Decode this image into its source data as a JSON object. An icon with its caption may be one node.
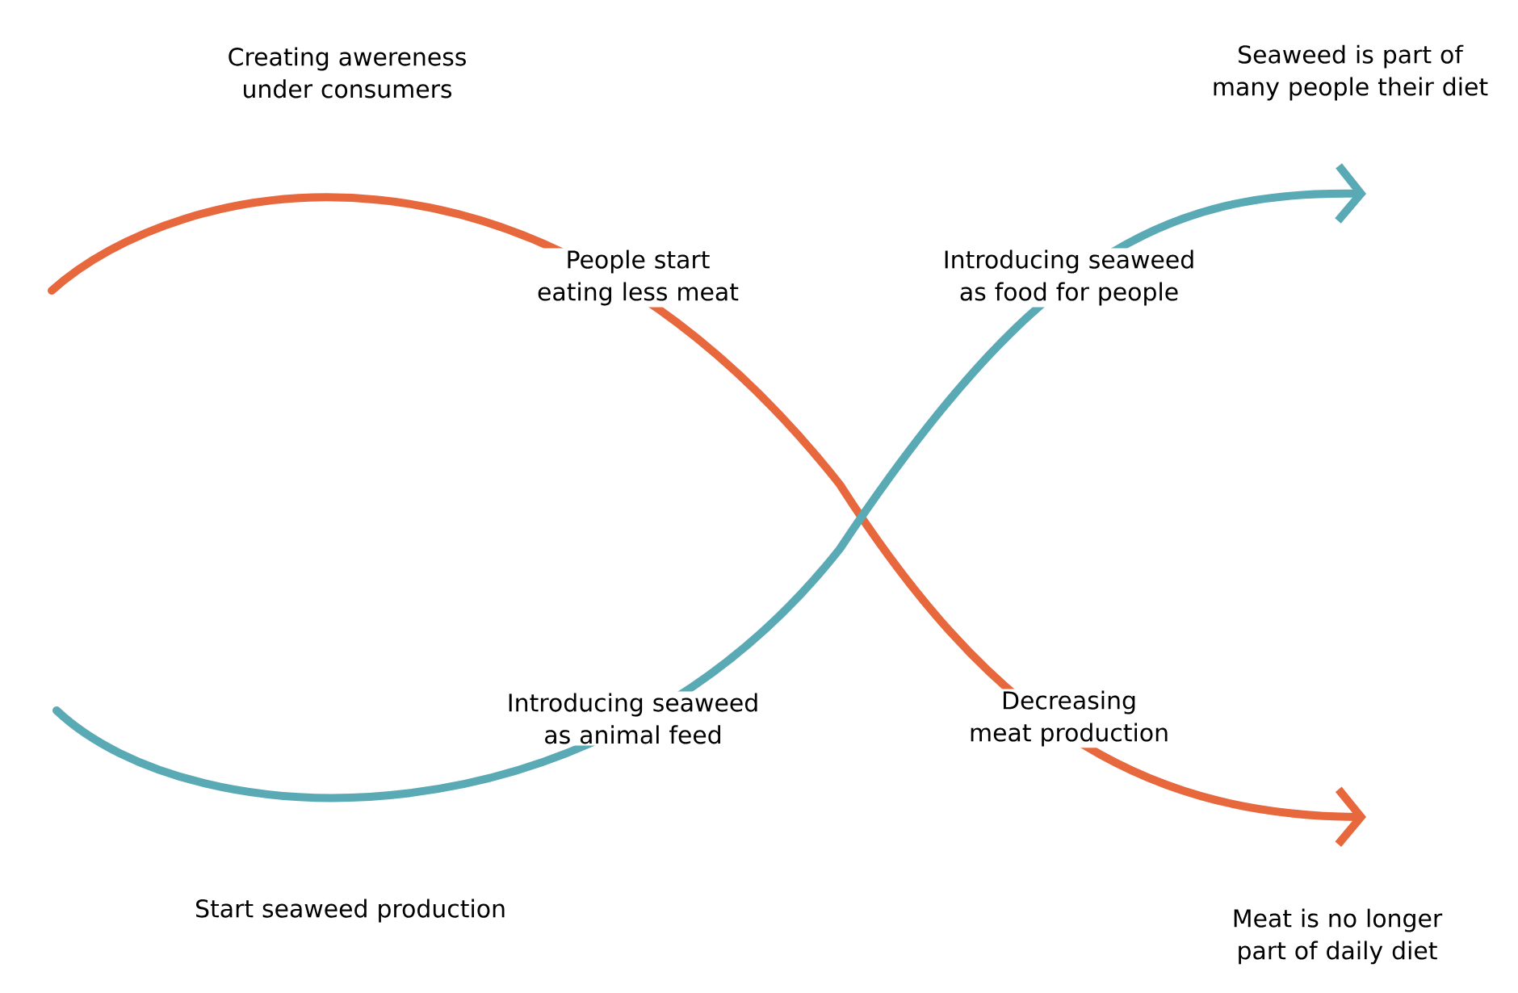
{
  "diagram": {
    "labels": [
      "Creating awereness under consumers",
      "Seaweed is part of many people their diet",
      "People start eating less meat",
      "Introducing seaweed as food for people",
      "Introducing seaweed as animal feed",
      "Decreasing meat production",
      "Start seaweed production",
      "Meat is no longer part of daily diet"
    ]
  }
}
